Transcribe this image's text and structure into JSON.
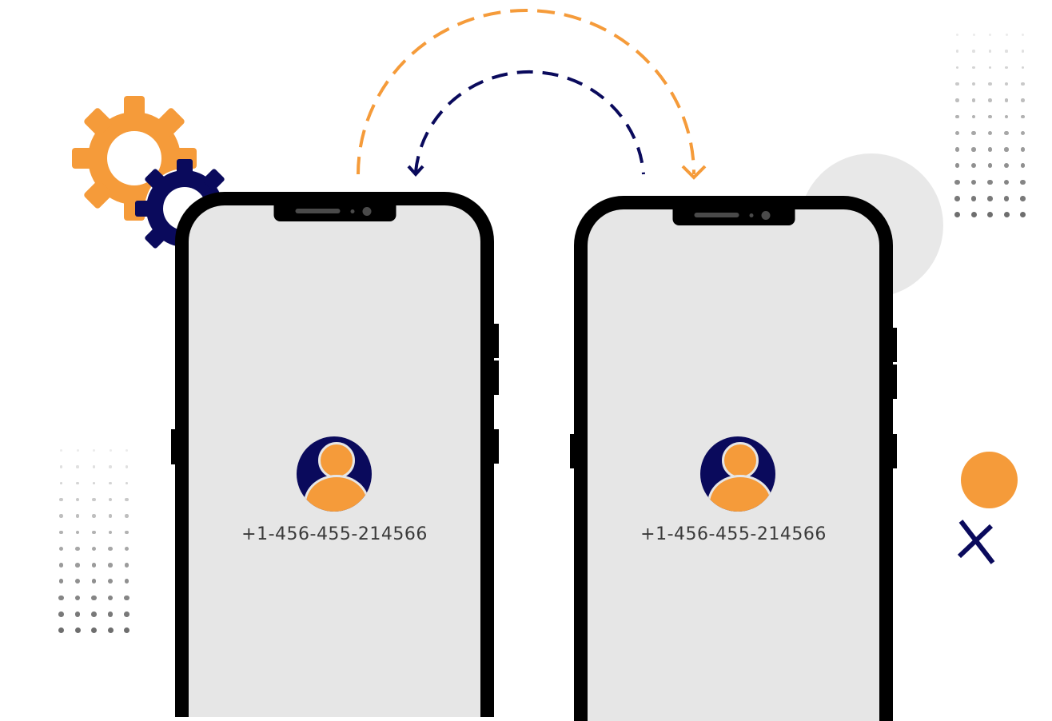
{
  "scene": {
    "description": "Illustration of two smartphones transferring a phone number between them",
    "colors": {
      "accent_orange": "#f59b3a",
      "navy": "#0a0a5c",
      "screen": "#e6e6e6",
      "bezel": "#000000",
      "bg_circle": "#e8e8e8",
      "text": "#3a3a3a"
    }
  },
  "phones": [
    {
      "id": "source",
      "contact": {
        "icon": "user-avatar-icon",
        "phone_number": "+1-456-455-214566"
      }
    },
    {
      "id": "destination",
      "contact": {
        "icon": "user-avatar-icon",
        "phone_number": "+1-456-455-214566"
      }
    }
  ],
  "decorations": {
    "gears": [
      "gear-icon-orange",
      "gear-icon-navy"
    ],
    "arrows": [
      "transfer-arrow-orange-left-to-right",
      "transfer-arrow-navy-right-to-left"
    ],
    "dot_grids": [
      "dot-grid-top-right",
      "dot-grid-bottom-left"
    ],
    "shapes": [
      "orange-circle",
      "navy-cross",
      "gray-background-circle"
    ]
  }
}
